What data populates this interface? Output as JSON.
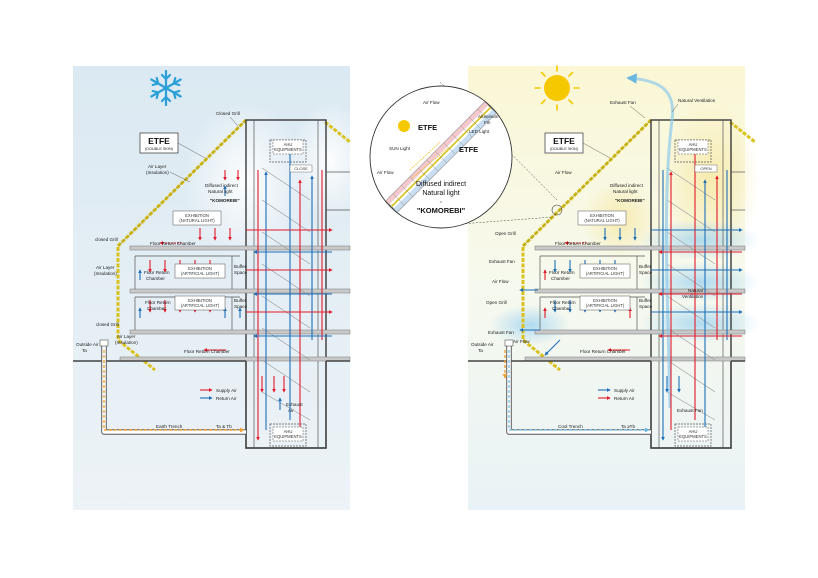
{
  "winter": {
    "closed_grill_top": "Closed Grill",
    "etfe": "ETFE",
    "etfe_sub": "(DOUBLE SKIN)",
    "air_layer_1": "Air Layer",
    "air_layer_1b": "(Insulation)",
    "diffused_1": "Diffused indirect",
    "diffused_2": "Natural light",
    "komorebi": "\"KOMOREBI\"",
    "ahu_top_1": "AHU",
    "ahu_top_2": "EQUIPMENTS",
    "close_label": "CLOSE",
    "exhibition_natural_1": "EXHIBITION",
    "exhibition_natural_2": "(NATURAL LIGHT)",
    "closed_grill_mid": "closed Grill",
    "floor_return_top": "Floor Return Chamber",
    "air_layer_2": "Air Layer",
    "air_layer_2b": "(Insulation)",
    "floor_return_1a": "Floor Return",
    "floor_return_1b": "Chamber",
    "exhibition_art_1a": "EXHIBITION",
    "exhibition_art_1b": "(ARTIFICIAL LIGHT)",
    "buffer_1a": "Buffer",
    "buffer_1b": "Space",
    "floor_return_2a": "Floor Return",
    "floor_return_2b": "Chamber",
    "exhibition_art_2a": "EXHIBITION",
    "exhibition_art_2b": "(ARTIFICIAL LIGHT)",
    "buffer_2a": "Buffer",
    "buffer_2b": "Space",
    "closed_grill_low": "closed Grill",
    "air_layer_3": "Air Layer",
    "air_layer_3b": "(Insulation)",
    "floor_return_bottom": "Floor Return Chamber",
    "outside_air": "Outside Air",
    "ta": "Ta",
    "legend_supply": "Supply Air",
    "legend_return": "Return Air",
    "earth_trench": "Earth Trench",
    "ta_tb": "Ta & Tb",
    "exhaust_air_1": "Exhaust",
    "exhaust_air_2": "Air",
    "ahu_bottom_1": "AHU",
    "ahu_bottom_2": "EQUIPMENTS"
  },
  "summer": {
    "exhaust_fan_top": "Exhaust Fan",
    "natural_ventilation_top": "Natural Ventilation",
    "etfe": "ETFE",
    "etfe_sub": "(DOUBLE SKIN)",
    "air_flow_1": "Air Flow",
    "diffused_1": "Diffused indirect",
    "diffused_2": "Natural light",
    "komorebi": "\"KOMOREBI\"",
    "ahu_top_1": "AHU",
    "ahu_top_2": "EQUIPMENTS",
    "open_label": "OPEN",
    "exhibition_natural_1": "EXHIBITION",
    "exhibition_natural_2": "(NATURAL LIGHT)",
    "open_grill_1": "Open Grill",
    "floor_return_top": "Floor Return Chamber",
    "exhaust_fan_mid": "Exhaust Fan",
    "floor_return_1a": "Floor Return",
    "floor_return_1b": "Chamber",
    "exhibition_art_1a": "EXHIBITION",
    "exhibition_art_1b": "(ARTIFICIAL LIGHT)",
    "buffer_1a": "Buffer",
    "buffer_1b": "Space",
    "air_flow_2": "Air Flow",
    "natural_ventilation_mid_1": "Natural",
    "natural_ventilation_mid_2": "Ventilation",
    "open_grill_2": "Open Grill",
    "floor_return_2a": "Floor Return",
    "floor_return_2b": "Chamber",
    "exhibition_art_2a": "EXHIBITION",
    "exhibition_art_2b": "(ARTIFICIAL LIGHT)",
    "buffer_2a": "Buffer",
    "buffer_2b": "Space",
    "exhaust_fan_low": "Exhaust Fan",
    "outside_air": "Outside Air",
    "ta": "Ta",
    "air_flow_3": "Air Flow",
    "floor_return_bottom": "Floor Return Chamber",
    "legend_supply": "Supply Air",
    "legend_return": "Return Air",
    "exhaust_fan_bottom": "Exhaust Fan",
    "cool_trench": "Cool Trench",
    "ta_tb": "Ta ≥Tb",
    "ahu_bottom_1": "AHU",
    "ahu_bottom_2": "EQUIPMENTS"
  },
  "magnifier": {
    "air_flow": "Air Flow",
    "aluminum_1": "Aluminum",
    "aluminum_2": "Fin",
    "etfe_1": "ETFE",
    "led_light": "LED Light",
    "sun_light": "SUN Light",
    "etfe_2": "ETFE",
    "air_flow_2": "Air Flow",
    "diffused_1": "Diffused indirect",
    "diffused_2": "Natural light",
    "equals": "=",
    "komorebi": "\"KOMOREBI\""
  },
  "colors": {
    "supply_winter": "#e21a2a",
    "return_winter": "#1d6fb8",
    "supply_summer": "#1d6fb8",
    "return_summer": "#e21a2a",
    "etfe": "#d9c21e",
    "winter_bg": "#e4eef4",
    "summer_bg": "#fbf9e3",
    "trench_winter": "#f0a23a",
    "trench_summer": "#7fc4e8",
    "snowflake": "#2b9fd8",
    "sun": "#f6c800"
  },
  "icons": {
    "winter": "snowflake-icon",
    "summer": "sun-icon"
  }
}
